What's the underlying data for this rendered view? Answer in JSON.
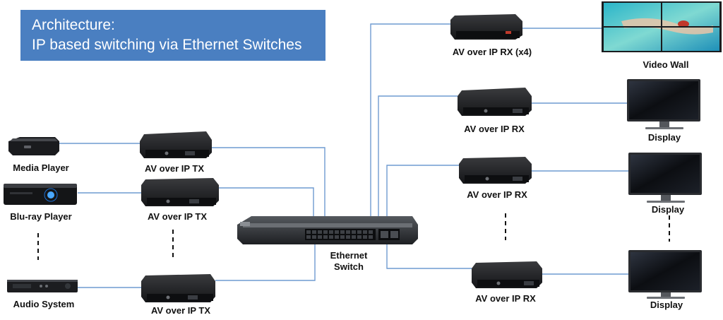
{
  "title": {
    "line1": "Architecture:",
    "line2": "IP based switching via Ethernet Switches"
  },
  "sources": {
    "media_player": "Media Player",
    "bluray_player": "Blu-ray Player",
    "audio_system": "Audio System"
  },
  "transmitters": {
    "tx1": "AV over IP TX",
    "tx2": "AV over IP TX",
    "tx3": "AV over IP TX"
  },
  "switch": {
    "line1": "Ethernet",
    "line2": "Switch"
  },
  "receivers": {
    "rx_wall": "AV over IP RX (x4)",
    "rx1": "AV over IP RX",
    "rx2": "AV over IP RX",
    "rx3": "AV over IP RX"
  },
  "sinks": {
    "video_wall": "Video Wall",
    "display1": "Display",
    "display2": "Display",
    "display3": "Display"
  },
  "colors": {
    "title_bg": "#4a7fc1",
    "link": "#6f9bd1",
    "device": "#1f2022"
  }
}
